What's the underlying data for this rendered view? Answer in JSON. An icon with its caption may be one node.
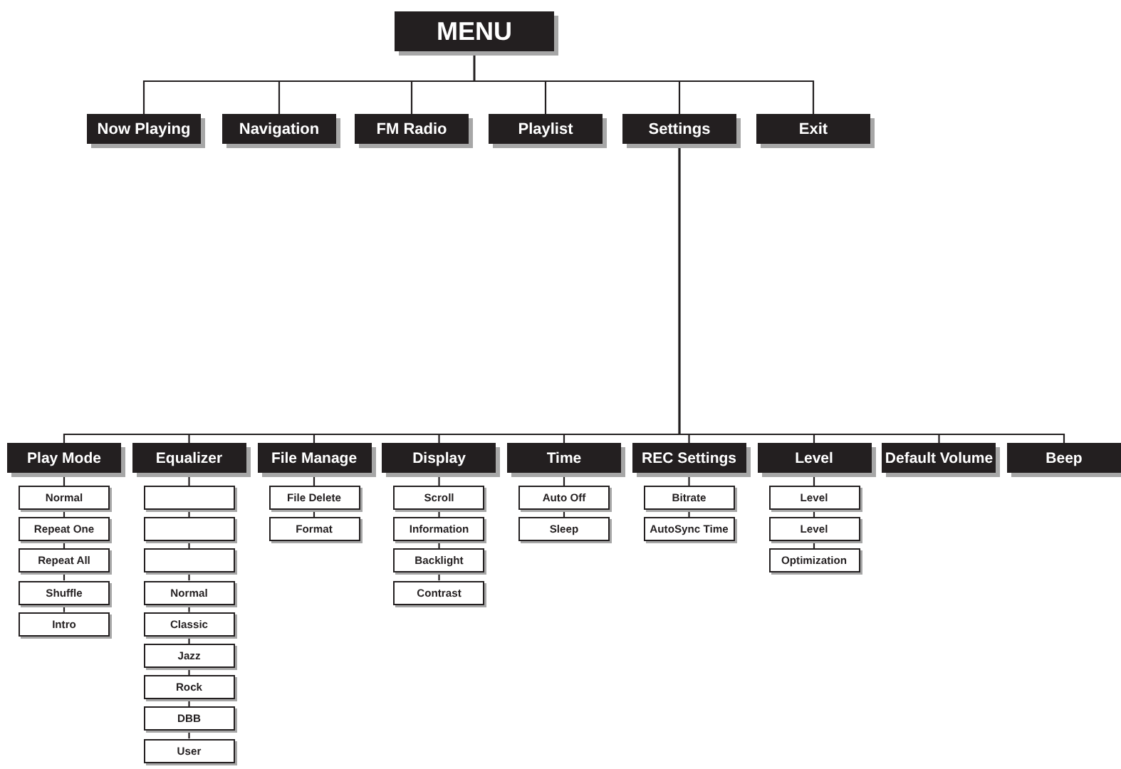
{
  "diagram": {
    "nodes": [
      {
        "text": [
          "MENU"
        ]
      },
      {
        "text": [
          "Now Playing"
        ]
      },
      {
        "text": [
          "Navigation"
        ]
      },
      {
        "text": [
          "FM Radio"
        ]
      },
      {
        "text": [
          "Playlist"
        ]
      },
      {
        "text": [
          "Settings"
        ]
      },
      {
        "text": [
          "Exit"
        ]
      },
      {
        "text": [
          "Play Mode"
        ]
      },
      {
        "text": [
          "Equalizer"
        ]
      },
      {
        "text": [
          "File Manage"
        ]
      },
      {
        "text": [
          "Display"
        ]
      },
      {
        "text": [
          "Time"
        ]
      },
      {
        "text": [
          "REC Settings"
        ]
      },
      {
        "text": [
          "Level"
        ]
      },
      {
        "text": [
          "Default Volume"
        ]
      },
      {
        "text": [
          "Beep"
        ]
      },
      {
        "text": [
          "Normal"
        ]
      },
      {
        "text": [
          "Repeat One"
        ]
      },
      {
        "text": [
          "Repeat All"
        ]
      },
      {
        "text": [
          "Shuffle"
        ]
      },
      {
        "text": [
          "Intro"
        ]
      },
      {
        "text": [],
        "shape": "box"
      },
      {
        "text": [],
        "shape": "box"
      },
      {
        "text": [],
        "shape": "box"
      },
      {
        "text": [
          "Normal"
        ]
      },
      {
        "text": [
          "Classic"
        ]
      },
      {
        "text": [
          "Jazz"
        ]
      },
      {
        "text": [
          "Rock"
        ]
      },
      {
        "text": [
          "DBB"
        ]
      },
      {
        "text": [
          "User"
        ]
      },
      {
        "text": [
          "File Delete"
        ]
      },
      {
        "text": [
          "Format"
        ]
      },
      {
        "text": [
          "Scroll"
        ]
      },
      {
        "text": [
          "Information"
        ]
      },
      {
        "text": [
          "Backlight"
        ]
      },
      {
        "text": [
          "Contrast"
        ]
      },
      {
        "text": [
          "Auto Off"
        ]
      },
      {
        "text": [
          "Sleep"
        ]
      },
      {
        "text": [
          "Bitrate"
        ]
      },
      {
        "text": [
          "AutoSync Time"
        ]
      },
      {
        "text": [
          "Level"
        ]
      },
      {
        "text": [
          "Level"
        ]
      },
      {
        "text": [
          "Optimization"
        ]
      }
    ],
    "edges": [
      {
        "from": 0,
        "to": 1,
        "arrow": "none"
      },
      {
        "from": 0,
        "to": 2,
        "arrow": "none"
      },
      {
        "from": 0,
        "to": 3,
        "arrow": "none"
      },
      {
        "from": 0,
        "to": 4,
        "arrow": "none"
      },
      {
        "from": 0,
        "to": 5,
        "arrow": "none"
      },
      {
        "from": 0,
        "to": 6,
        "arrow": "none"
      },
      {
        "from": 5,
        "to": 7,
        "arrow": "none"
      },
      {
        "from": 5,
        "to": 8,
        "arrow": "none"
      },
      {
        "from": 5,
        "to": 9,
        "arrow": "none"
      },
      {
        "from": 5,
        "to": 10,
        "arrow": "none"
      },
      {
        "from": 5,
        "to": 11,
        "arrow": "none"
      },
      {
        "from": 5,
        "to": 12,
        "arrow": "none"
      },
      {
        "from": 5,
        "to": 13,
        "arrow": "none"
      },
      {
        "from": 5,
        "to": 14,
        "arrow": "none"
      },
      {
        "from": 5,
        "to": 15,
        "arrow": "none"
      },
      {
        "from": 7,
        "to": 16,
        "arrow": "none"
      },
      {
        "from": 16,
        "to": 17,
        "arrow": "none"
      },
      {
        "from": 17,
        "to": 18,
        "arrow": "none"
      },
      {
        "from": 18,
        "to": 19,
        "arrow": "none"
      },
      {
        "from": 19,
        "to": 20,
        "arrow": "none"
      },
      {
        "from": 8,
        "to": 21,
        "arrow": "none"
      },
      {
        "from": 21,
        "to": 22,
        "arrow": "none"
      },
      {
        "from": 22,
        "to": 23,
        "arrow": "none"
      },
      {
        "from": 23,
        "to": 24,
        "arrow": "none"
      },
      {
        "from": 24,
        "to": 25,
        "arrow": "none"
      },
      {
        "from": 25,
        "to": 26,
        "arrow": "none"
      },
      {
        "from": 26,
        "to": 27,
        "arrow": "none"
      },
      {
        "from": 27,
        "to": 28,
        "arrow": "none"
      },
      {
        "from": 28,
        "to": 29,
        "arrow": "none"
      },
      {
        "from": 9,
        "to": 30,
        "arrow": "none"
      },
      {
        "from": 30,
        "to": 31,
        "arrow": "none"
      },
      {
        "from": 10,
        "to": 32,
        "arrow": "none"
      },
      {
        "from": 32,
        "to": 33,
        "arrow": "none"
      },
      {
        "from": 33,
        "to": 34,
        "arrow": "none"
      },
      {
        "from": 34,
        "to": 35,
        "arrow": "none"
      },
      {
        "from": 11,
        "to": 36,
        "arrow": "none"
      },
      {
        "from": 36,
        "to": 37,
        "arrow": "none"
      },
      {
        "from": 12,
        "to": 38,
        "arrow": "none"
      },
      {
        "from": 38,
        "to": 39,
        "arrow": "none"
      },
      {
        "from": 13,
        "to": 40,
        "arrow": "none"
      },
      {
        "from": 40,
        "to": 41,
        "arrow": "none"
      },
      {
        "from": 41,
        "to": 42,
        "arrow": "none"
      }
    ]
  }
}
